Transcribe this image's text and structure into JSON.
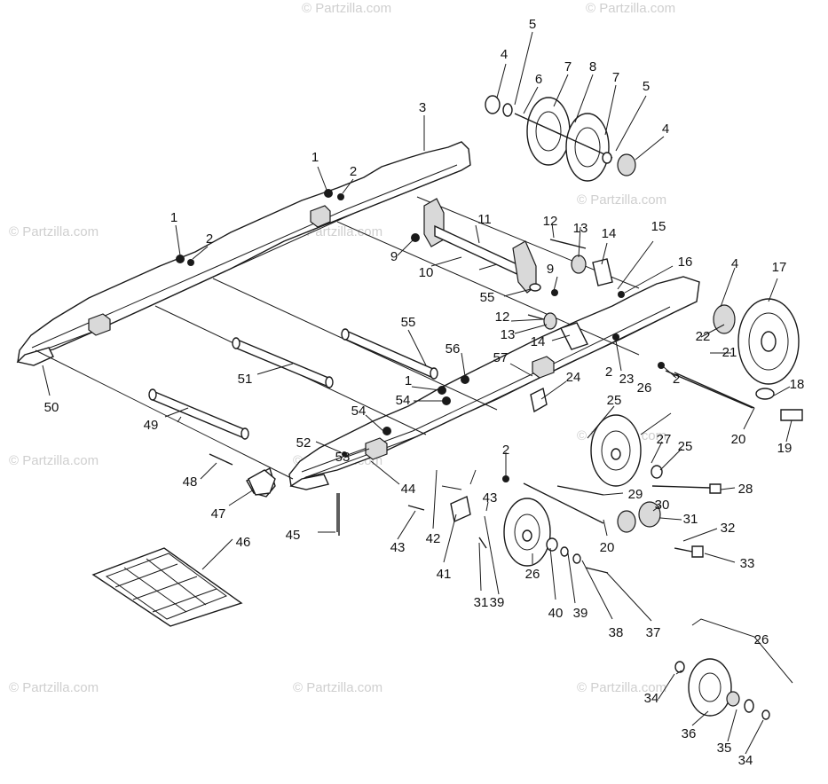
{
  "watermark": "© Partzilla.com",
  "callouts": [
    "1",
    "1",
    "1",
    "2",
    "2",
    "2",
    "2",
    "2",
    "3",
    "4",
    "4",
    "4",
    "5",
    "5",
    "6",
    "7",
    "7",
    "8",
    "9",
    "9",
    "10",
    "11",
    "12",
    "12",
    "13",
    "13",
    "14",
    "14",
    "15",
    "16",
    "17",
    "18",
    "19",
    "20",
    "20",
    "21",
    "22",
    "23",
    "24",
    "25",
    "25",
    "26",
    "26",
    "26",
    "27",
    "28",
    "29",
    "30",
    "31",
    "31",
    "32",
    "33",
    "34",
    "34",
    "35",
    "36",
    "37",
    "38",
    "39",
    "39",
    "40",
    "41",
    "42",
    "43",
    "43",
    "44",
    "45",
    "46",
    "47",
    "48",
    "49",
    "50",
    "51",
    "52",
    "53",
    "54",
    "54",
    "55",
    "55",
    "56",
    "57"
  ]
}
